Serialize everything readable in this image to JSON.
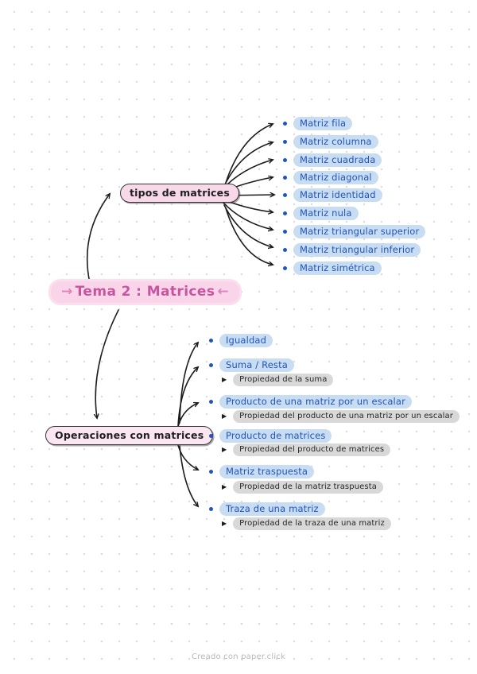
{
  "title": {
    "prefix": "→",
    "label": "Tema 2 : Matrices",
    "suffix": "←"
  },
  "branch_types": {
    "label": "tipos de matrices",
    "items": [
      "Matriz fila",
      "Matriz columna",
      "Matriz cuadrada",
      "Matriz diagonal",
      "Matriz identidad",
      "Matriz nula",
      "Matriz triangular superior",
      "Matriz triangular inferior",
      "Matriz simétrica"
    ]
  },
  "branch_ops": {
    "label": "Operaciones con matrices",
    "items": [
      {
        "label": "Igualdad"
      },
      {
        "label": "Suma / Resta",
        "prop": "Propiedad de la suma"
      },
      {
        "label": "Producto de una matriz por un escalar",
        "prop": "Propiedad del producto de una matriz por un escalar"
      },
      {
        "label": "Producto de matrices",
        "prop": "Propiedad del producto de matrices"
      },
      {
        "label": "Matriz traspuesta",
        "prop": "Propiedad de la matriz traspuesta"
      },
      {
        "label": "Traza de una matriz",
        "prop": "Propiedad de la traza de una matriz"
      }
    ]
  },
  "footer": "Creado con paper.click",
  "colors": {
    "item_text_blue": "#2155bd",
    "item_highlight_blue": "#c8dcf2",
    "prop_highlight_gray": "#d8d8d8",
    "node_fill_pink": "#f8d9e9",
    "title_text_pink": "#c6559f",
    "title_highlight_pink": "#fad5ea",
    "ink": "#1c1c1c"
  }
}
